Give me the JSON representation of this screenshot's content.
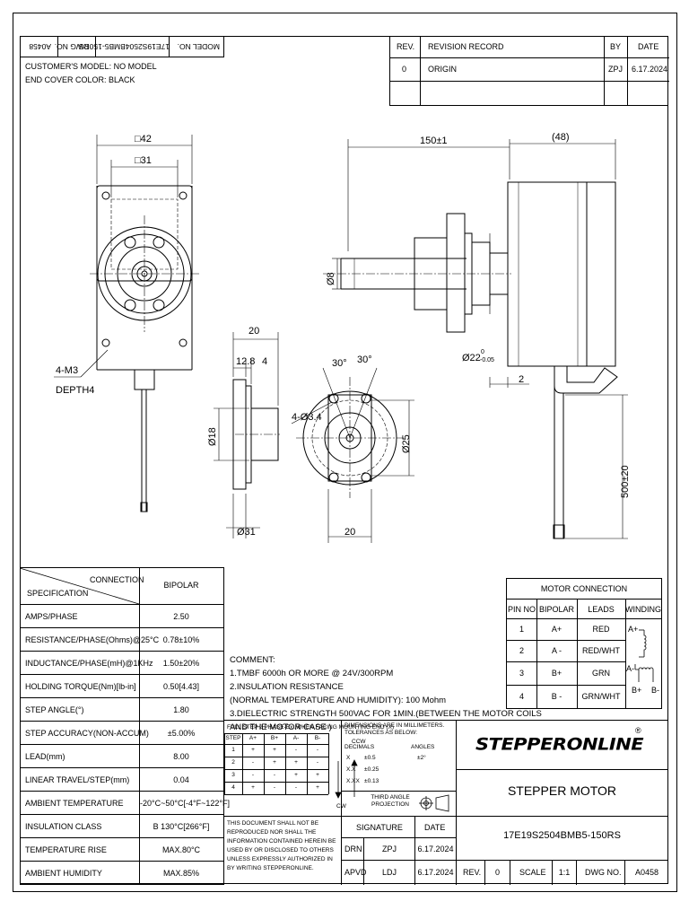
{
  "header": {
    "model_no_label": "MODEL NO.",
    "model_no_value": "17E19S2504BMB5-150RS",
    "dwg_no_label": "DWG NO.",
    "dwg_no_value": "A0458",
    "customers_model": "CUSTOMER'S MODEL: NO MODEL",
    "end_cover_color": "END COVER COLOR: BLACK"
  },
  "revision": {
    "col_rev": "REV.",
    "col_record": "REVISION RECORD",
    "col_by": "BY",
    "col_date": "DATE",
    "rows": [
      {
        "rev": "0",
        "record": "ORIGIN",
        "by": "ZPJ",
        "date": "6.17.2024"
      }
    ]
  },
  "dims": {
    "front_outer": "□42",
    "front_inner": "□31",
    "side_length": "150±1",
    "side_motor": "(48)",
    "shaft_dia": "Ø8",
    "boss_dia": "Ø22",
    "boss_tol_upper": "0",
    "boss_tol_lower": "-0.05",
    "boss_height": "2",
    "lead_length": "500±20",
    "mount_holes": "4-M3",
    "mount_depth": "DEPTH4",
    "nut_len": "20",
    "nut_flange": "12.8",
    "nut_thick": "4",
    "nut_dia": "Ø18",
    "nut_flange_dia": "Ø31",
    "angle_a": "30°",
    "angle_b": "30°",
    "nut_holes": "4-Ø3.4",
    "nut_pcd": "Ø25",
    "nut_width": "20"
  },
  "spec": {
    "header_connection": "CONNECTION",
    "header_specification": "SPECIFICATION",
    "header_value": "BIPOLAR",
    "rows": [
      {
        "label": "AMPS/PHASE",
        "value": "2.50"
      },
      {
        "label": "RESISTANCE/PHASE(Ohms)@25°C",
        "value": "0.78±10%"
      },
      {
        "label": "INDUCTANCE/PHASE(mH)@1KHz",
        "value": "1.50±20%"
      },
      {
        "label": "HOLDING TORQUE(Nm)[lb-in]",
        "value": "0.50[4.43]"
      },
      {
        "label": "STEP ANGLE(°)",
        "value": "1.80"
      },
      {
        "label": "STEP ACCURACY(NON-ACCUM)",
        "value": "±5.00%"
      },
      {
        "label": "LEAD(mm)",
        "value": "8.00"
      },
      {
        "label": "LINEAR TRAVEL/STEP(mm)",
        "value": "0.04"
      },
      {
        "label": "AMBIENT TEMPERATURE",
        "value": "-20°C~50°C[-4°F~122°F]"
      },
      {
        "label": "INSULATION CLASS",
        "value": "B 130°C[266°F]"
      },
      {
        "label": "TEMPERATURE RISE",
        "value": "MAX.80°C"
      },
      {
        "label": "AMBIENT HUMIDITY",
        "value": "MAX.85%"
      }
    ]
  },
  "comment": {
    "title": "COMMENT:",
    "lines": [
      "1.TMBF 6000h OR MORE @ 24V/300RPM",
      "2.INSULATION RESISTANCE",
      "(NORMAL TEMPERATURE AND HUMIDITY): 100 Mohm",
      "3.DIELECTRIC STRENGTH 500VAC FOR 1MIN.(BETWEEN THE MOTOR COILS",
      "AND THE MOTOR CASE )"
    ]
  },
  "motor_connection": {
    "title": "MOTOR CONNECTION",
    "headers": [
      "PIN NO",
      "BIPOLAR",
      "LEADS",
      "WINDING"
    ],
    "rows": [
      {
        "pin": "1",
        "bipolar": "A+",
        "lead": "RED"
      },
      {
        "pin": "2",
        "bipolar": "A -",
        "lead": "RED/WHT"
      },
      {
        "pin": "3",
        "bipolar": "B+",
        "lead": "GRN"
      },
      {
        "pin": "4",
        "bipolar": "B -",
        "lead": "GRN/WHT"
      }
    ],
    "winding_a_plus": "A+",
    "winding_a_minus": "A-",
    "winding_b_plus": "B+",
    "winding_b_minus": "B-"
  },
  "step_table": {
    "title": "FULL STEP 2 PHASE-Ex.,WHEN FACING MOUNTING END (X)",
    "headers": [
      "STEP",
      "A+",
      "B+",
      "A-",
      "B-"
    ],
    "rows": [
      [
        "1",
        "+",
        "+",
        "-",
        "-"
      ],
      [
        "2",
        "-",
        "+",
        "+",
        "-"
      ],
      [
        "3",
        "-",
        "-",
        "+",
        "+"
      ],
      [
        "4",
        "+",
        "-",
        "-",
        "+"
      ]
    ],
    "ccw": "CCW",
    "cw": "CW"
  },
  "tolerance": {
    "line1": "DIMENSIONS ARE IN MILLIMETERS.",
    "line2": "TOLERANCES AS BELOW:",
    "decimals": "DECIMALS",
    "angles": "ANGLES",
    "x": "X",
    "x_val": "±0.5",
    "angle_val": "±2°",
    "xx": "X.X",
    "xx_val": "±0.25",
    "xxx": "X.XX",
    "xxx_val": "±0.13",
    "projection": "THIRD ANGLE PROJECTION"
  },
  "notice": "THIS DOCUMENT SHALL NOT BE REPRODUCED NOR SHALL THE INFORMATION CONTAINED HEREIN BE USED BY OR DISCLOSED TO OTHERS UNLESS EXPRESSLY AUTHORIZED IN BY WRITING STEPPERONLINE.",
  "signature": {
    "col_signature": "SIGNATURE",
    "col_date": "DATE",
    "rows": [
      {
        "role": "DRN",
        "name": "ZPJ",
        "date": "6.17.2024"
      },
      {
        "role": "APVD",
        "name": "LDJ",
        "date": "6.17.2024"
      }
    ]
  },
  "title_block": {
    "logo": "STEPPERONLINE",
    "registered": "®",
    "product": "STEPPER MOTOR",
    "model": "17E19S2504BMB5-150RS",
    "rev_label": "REV.",
    "rev_value": "0",
    "scale_label": "SCALE",
    "scale_value": "1:1",
    "dwg_label": "DWG NO.",
    "dwg_value": "A0458"
  }
}
